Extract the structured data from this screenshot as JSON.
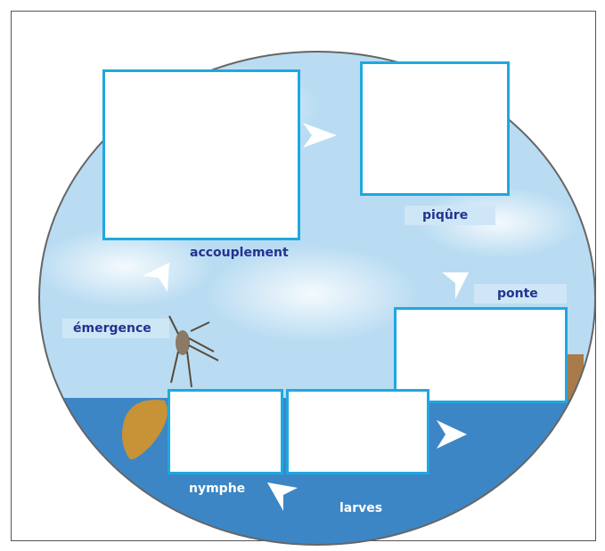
{
  "labels": {
    "accouplement": "accouplement",
    "piqure": "piqûre",
    "ponte": "ponte",
    "emergence": "émergence",
    "nymphe": "nymphe",
    "larves": "larves"
  },
  "colors": {
    "sky": "#b9dcf2",
    "water": "#3c86c6",
    "box_border": "#1fa8e0",
    "label_text": "#23338f",
    "label_bg": "#cfe6f6"
  }
}
